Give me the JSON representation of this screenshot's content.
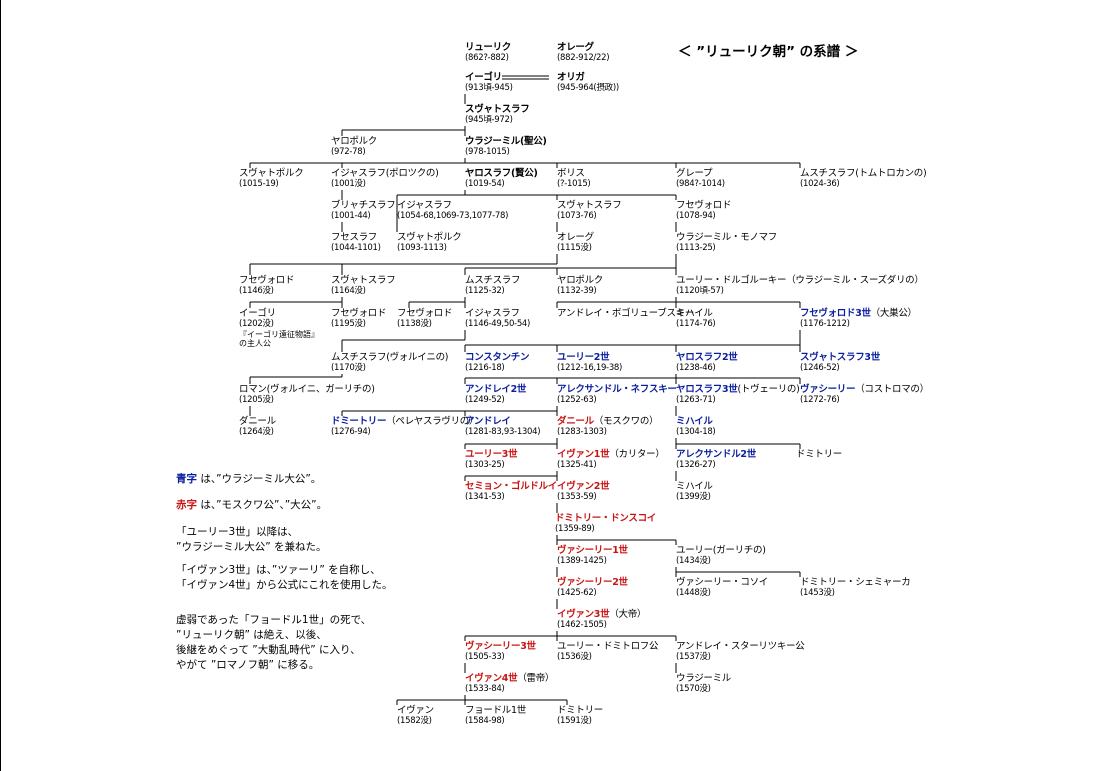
{
  "title": "＜ ”リューリク朝” の系譜 ＞",
  "colors": {
    "blue": "#0a1e9e",
    "red": "#c81414"
  },
  "people": [
    {
      "name": "リューリク",
      "dates": "(862?-882)",
      "style": "bold"
    },
    {
      "name": "オレーグ",
      "dates": "(882-912/22)",
      "style": "bold"
    },
    {
      "name": "イーゴリ",
      "dates": "(913頃-945)",
      "style": "bold"
    },
    {
      "name": "オリガ",
      "dates": "(945-964(摂政))",
      "style": "bold"
    },
    {
      "name": "スヴャトスラフ",
      "dates": "(945頃-972)",
      "style": "bold"
    },
    {
      "name": "ヤロポルク",
      "dates": "(972-78)",
      "style": "plain"
    },
    {
      "name": "ウラジーミル(聖公)",
      "dates": "(978-1015)",
      "style": "bold"
    },
    {
      "name": "スヴャトポルク",
      "dates": "(1015-19)",
      "style": "plain"
    },
    {
      "name": "イジャスラフ(ポロツクの)",
      "dates": "(1001没)",
      "style": "plain"
    },
    {
      "name": "ヤロスラフ(賢公)",
      "dates": "(1019-54)",
      "style": "bold"
    },
    {
      "name": "ボリス",
      "dates": "(?-1015)",
      "style": "plain"
    },
    {
      "name": "グレープ",
      "dates": "(984?-1014)",
      "style": "plain"
    },
    {
      "name": "ムスチスラフ(トムトロカンの)",
      "dates": "(1024-36)",
      "style": "plain"
    },
    {
      "name": "ブリャチスラフ",
      "dates": "(1001-44)",
      "style": "plain"
    },
    {
      "name": "イジャスラフ",
      "dates": "(1054-68,1069-73,1077-78)",
      "style": "plain"
    },
    {
      "name": "スヴャトスラフ",
      "dates": "(1073-76)",
      "style": "plain"
    },
    {
      "name": "フセヴォロド",
      "dates": "(1078-94)",
      "style": "plain"
    },
    {
      "name": "フセスラフ",
      "dates": "(1044-1101)",
      "style": "plain"
    },
    {
      "name": "スヴャトポルク",
      "dates": "(1093-1113)",
      "style": "plain"
    },
    {
      "name": "オレーグ",
      "dates": "(1115没)",
      "style": "plain"
    },
    {
      "name": "ウラジーミル・モノマフ",
      "dates": "(1113-25)",
      "style": "plain"
    },
    {
      "name": "フセヴォロド",
      "dates": "(1146没)",
      "style": "plain"
    },
    {
      "name": "スヴャトスラフ",
      "dates": "(1164没)",
      "style": "plain"
    },
    {
      "name": "ムスチスラフ",
      "dates": "(1125-32)",
      "style": "plain"
    },
    {
      "name": "ヤロポルク",
      "dates": "(1132-39)",
      "style": "plain"
    },
    {
      "name": "ユーリー・ドルゴルーキー（ウラジーミル・スーズダリの）",
      "dates": "(1120頃-57)",
      "style": "plain"
    },
    {
      "name": "イーゴリ",
      "dates": "(1202没)",
      "style": "plain",
      "extra": "『イーゴリ遠征物語』の主人公"
    },
    {
      "name": "フセヴォロド",
      "dates": "(1195没)",
      "style": "plain"
    },
    {
      "name": "フセヴォロド",
      "dates": "(1138没)",
      "style": "plain"
    },
    {
      "name": "イジャスラフ",
      "dates": "(1146-49,50-54)",
      "style": "plain"
    },
    {
      "name": "アンドレイ・ボゴリューブスキー",
      "dates": "",
      "style": "plain"
    },
    {
      "name": "ミハイル",
      "dates": "(1174-76)",
      "style": "plain"
    },
    {
      "name": "フセヴォロド3世",
      "suffix": "（大巣公）",
      "dates": "(1176-1212)",
      "style": "blue"
    },
    {
      "name": "ムスチスラフ(ヴォルイニの)",
      "dates": "(1170没)",
      "style": "plain"
    },
    {
      "name": "コンスタンチン",
      "dates": "(1216-18)",
      "style": "blue"
    },
    {
      "name": "ユーリー2世",
      "dates": "(1212-16,19-38)",
      "style": "blue"
    },
    {
      "name": "ヤロスラフ2世",
      "dates": "(1238-46)",
      "style": "blue"
    },
    {
      "name": "スヴャトスラフ3世",
      "dates": "(1246-52)",
      "style": "blue"
    },
    {
      "name": "ロマン(ヴォルイニ、ガーリチの)",
      "dates": "(1205没)",
      "style": "plain"
    },
    {
      "name": "アンドレイ2世",
      "dates": "(1249-52)",
      "style": "blue"
    },
    {
      "name": "アレクサンドル・ネフスキー",
      "dates": "(1252-63)",
      "style": "blue"
    },
    {
      "name": "ヤロスラフ3世",
      "suffix": "(トヴェーリの)",
      "dates": "(1263-71)",
      "style": "blue"
    },
    {
      "name": "ヴァシーリー",
      "suffix": "（コストロマの）",
      "dates": "(1272-76)",
      "style": "blue"
    },
    {
      "name": "ダニール",
      "dates": "(1264没)",
      "style": "plain"
    },
    {
      "name": "ドミートリー",
      "suffix": "（ペレヤスラヴリの）",
      "dates": "(1276-94)",
      "style": "blue"
    },
    {
      "name": "アンドレイ",
      "dates": "(1281-83,93-1304)",
      "style": "blue"
    },
    {
      "name": "ダニール",
      "suffix": "（モスクワの）",
      "dates": "(1283-1303)",
      "style": "red"
    },
    {
      "name": "ミハイル",
      "dates": "(1304-18)",
      "style": "blue"
    },
    {
      "name": "ユーリー3世",
      "dates": "(1303-25)",
      "style": "red"
    },
    {
      "name": "イヴァン1世",
      "suffix": "（カリター）",
      "dates": "(1325-41)",
      "style": "red"
    },
    {
      "name": "アレクサンドル2世",
      "dates": "(1326-27)",
      "style": "blue"
    },
    {
      "name": "ドミトリー",
      "dates": "",
      "style": "plain"
    },
    {
      "name": "セミョン・ゴルドルイ",
      "dates": "(1341-53)",
      "style": "red"
    },
    {
      "name": "イヴァン2世",
      "dates": "(1353-59)",
      "style": "red"
    },
    {
      "name": "ミハイル",
      "dates": "(1399没)",
      "style": "plain"
    },
    {
      "name": "ドミトリー・ドンスコイ",
      "dates": "(1359-89)",
      "style": "red"
    },
    {
      "name": "ヴァシーリー1世",
      "dates": "(1389-1425)",
      "style": "red"
    },
    {
      "name": "ユーリー(ガーリチの)",
      "dates": "(1434没)",
      "style": "plain"
    },
    {
      "name": "ヴァシーリー2世",
      "dates": "(1425-62)",
      "style": "red"
    },
    {
      "name": "ヴァシーリー・コソイ",
      "dates": "(1448没)",
      "style": "plain"
    },
    {
      "name": "ドミトリー・シェミャーカ",
      "dates": "(1453没)",
      "style": "plain"
    },
    {
      "name": "イヴァン3世",
      "suffix": "（大帝）",
      "dates": "(1462-1505)",
      "style": "red"
    },
    {
      "name": "ヴァシーリー3世",
      "dates": "(1505-33)",
      "style": "red"
    },
    {
      "name": "ユーリー・ドミトロフ公",
      "dates": "(1536没)",
      "style": "plain"
    },
    {
      "name": "アンドレイ・スターリツキー公",
      "dates": "(1537没)",
      "style": "plain"
    },
    {
      "name": "ウラジーミル",
      "dates": "(1570没)",
      "style": "plain"
    },
    {
      "name": "イヴァン4世",
      "suffix": "（雷帝）",
      "dates": "(1533-84)",
      "style": "red"
    },
    {
      "name": "イヴァン",
      "dates": "(1582没)",
      "style": "plain"
    },
    {
      "name": "フョードル1世",
      "dates": "(1584-98)",
      "style": "plain"
    },
    {
      "name": "ドミトリー",
      "dates": "(1591没)",
      "style": "plain"
    }
  ],
  "notes": {
    "blue_key": "青字",
    "blue_text": " は、”ウラジーミル大公”。",
    "red_key": "赤字",
    "red_text": " は、”モスクワ公”、”大公”。",
    "yuri_1": "「ユーリー3世」以降は、",
    "yuri_2": "”ウラジーミル大公” を兼ねた。",
    "ivan_1": "「イヴァン3世」は、”ツァーリ” を自称し、",
    "ivan_2": "「イヴァン4世」から公式にこれを使用した。",
    "end_1": "虚弱であった「フョードル1世」の死で、",
    "end_2": "”リューリク朝” は絶え、以後、",
    "end_3": "後継をめぐって ”大動乱時代” に入り、",
    "end_4": "やがて ”ロマノフ朝” に移る。"
  }
}
